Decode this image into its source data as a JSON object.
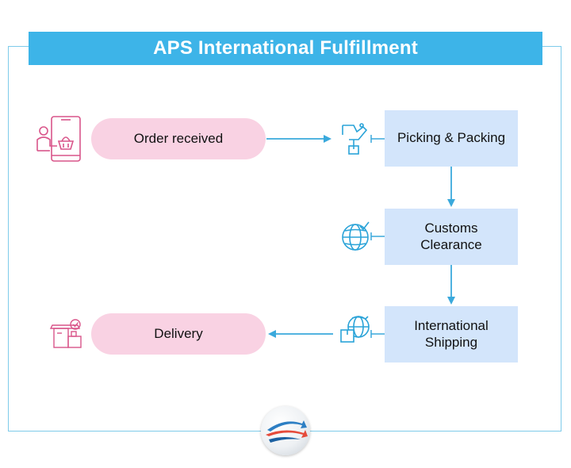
{
  "title": "APS International Fulfillment",
  "steps": {
    "order_received": "Order received",
    "picking_packing": "Picking & Packing",
    "customs_clearance": "Customs\nClearance",
    "international_shipping": "International\nShipping",
    "delivery": "Delivery"
  },
  "colors": {
    "title_bar": "#3db4e8",
    "frame_border": "#7ecbea",
    "pill_fill": "#f9d2e3",
    "box_fill": "#d3e5fb",
    "arrow": "#3aa9dc",
    "icon_pink": "#d9558a",
    "icon_blue": "#2aa3d8"
  },
  "icons": [
    "mobile-order-icon",
    "hand-package-icon",
    "globe-check-icon",
    "globe-package-icon",
    "delivery-boxes-icon",
    "company-logo"
  ]
}
